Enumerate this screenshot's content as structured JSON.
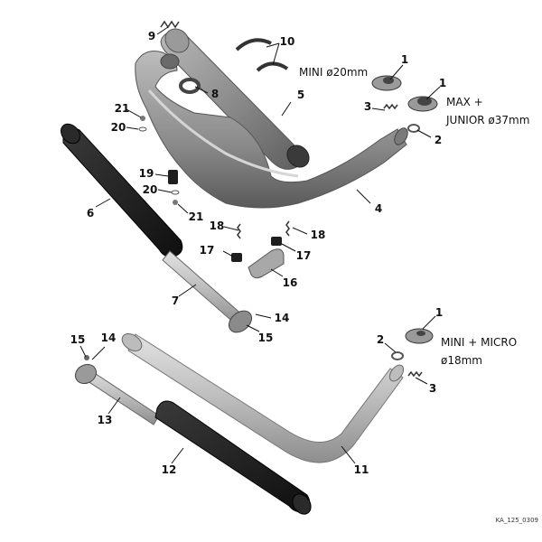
{
  "callouts": {
    "c1a": "1",
    "c1b": "1",
    "c1c": "1",
    "c2a": "2",
    "c2b": "2",
    "c3a": "3",
    "c3b": "3",
    "c4": "4",
    "c5": "5",
    "c6": "6",
    "c7": "7",
    "c8": "8",
    "c9": "9",
    "c10": "10",
    "c11": "11",
    "c12": "12",
    "c13": "13",
    "c14a": "14",
    "c14b": "14",
    "c15a": "15",
    "c15b": "15",
    "c16": "16",
    "c17a": "17",
    "c17b": "17",
    "c18a": "18",
    "c18b": "18",
    "c19": "19",
    "c20a": "20",
    "c20b": "20",
    "c21a": "21",
    "c21b": "21"
  },
  "notes": {
    "mini": "MINI ø20mm",
    "max_line1": "MAX +",
    "max_line2": "JUNIOR ø37mm",
    "minimicro_line1": "MINI + MICRO",
    "minimicro_line2": "ø18mm"
  },
  "reference_code": "KA_125_0309",
  "colors": {
    "part_gray": "#8a8a8a",
    "part_light": "#c9c9c9",
    "dark_sleeve": "#1e1e1e",
    "text": "#111111"
  }
}
